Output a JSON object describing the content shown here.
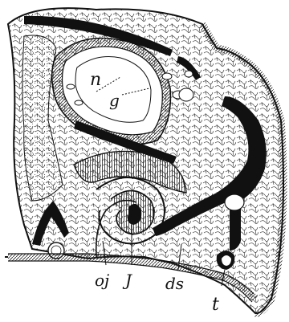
{
  "figure": {
    "labels": {
      "n": "n",
      "g": "g",
      "oj": "oj",
      "j": "J",
      "ds": "ds",
      "t": "t"
    },
    "colors": {
      "ink": "#111111",
      "paper": "#ffffff"
    }
  }
}
